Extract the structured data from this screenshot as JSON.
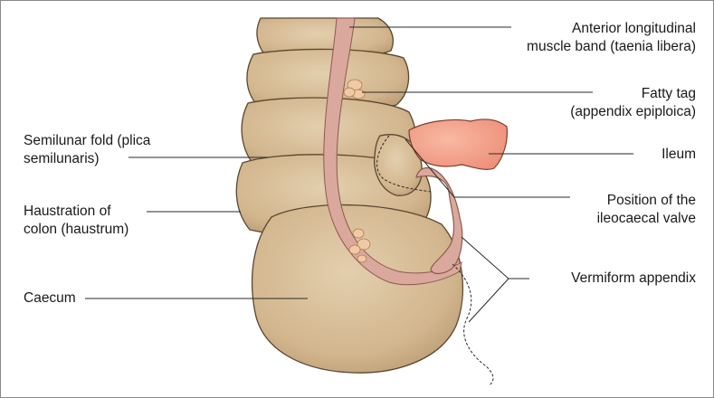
{
  "colors": {
    "colon_fill": "#d6bd98",
    "colon_stroke": "#5a4630",
    "taenia_fill": "#dba89e",
    "ileum_fill": "#f5a38d",
    "fat_fill": "#f0c9a6",
    "leader_line": "#2a2a2a"
  },
  "labels": {
    "taenia": [
      "Anterior longitudinal",
      "muscle band (taenia libera)"
    ],
    "fatty_tag": [
      "Fatty tag",
      "(appendix epiploica)"
    ],
    "ileum": [
      "Ileum"
    ],
    "valve": [
      "Position of the",
      "ileocaecal valve"
    ],
    "appendix": [
      "Vermiform appendix"
    ],
    "semilunar": [
      "Semilunar fold (plica",
      "semilunaris)"
    ],
    "haustration": [
      "Haustration of",
      "colon (haustrum)"
    ],
    "caecum": [
      "Caecum"
    ]
  }
}
